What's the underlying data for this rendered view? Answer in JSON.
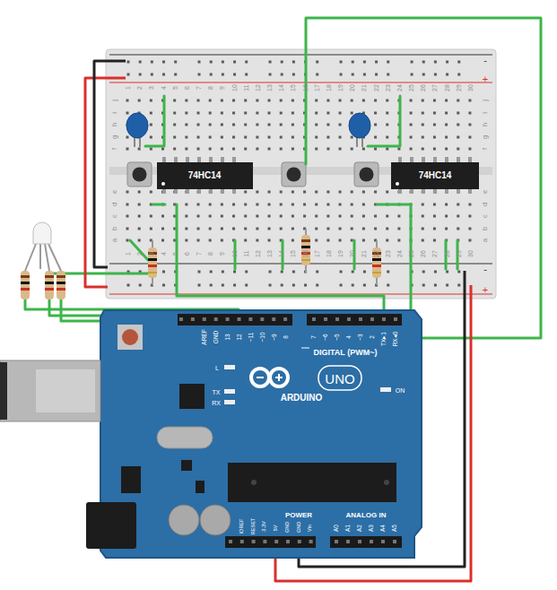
{
  "diagram": {
    "nodes": [
      {
        "text": [
          "74HC14"
        ]
      },
      {
        "text": [
          "74HC14"
        ]
      }
    ],
    "labels": [
      "1",
      "2",
      "3",
      "4",
      "5",
      "6",
      "7",
      "8",
      "9",
      "10",
      "11",
      "12",
      "13",
      "14",
      "15",
      "16",
      "17",
      "18",
      "19",
      "20",
      "21",
      "22",
      "23",
      "24",
      "25",
      "26",
      "27",
      "28",
      "29",
      "30",
      "1",
      "2",
      "3",
      "4",
      "5",
      "6",
      "7",
      "8",
      "9",
      "10",
      "11",
      "12",
      "13",
      "14",
      "15",
      "16",
      "17",
      "18",
      "19",
      "20",
      "21",
      "22",
      "23",
      "24",
      "25",
      "26",
      "27",
      "28",
      "29",
      "30",
      "j",
      "i",
      "h",
      "g",
      "f",
      "e",
      "d",
      "c",
      "b",
      "a",
      "j",
      "i",
      "h",
      "g",
      "f",
      "e",
      "d",
      "c",
      "b",
      "a",
      "-",
      "+",
      "-",
      "+",
      "AREF",
      "GND",
      "13",
      "12",
      "~11",
      "~10",
      "~9",
      "8",
      "7",
      "~6",
      "~5",
      "4",
      "~3",
      "2",
      "TX▸1",
      "RX◂0",
      "DIGITAL (PWM~)",
      "L",
      "TX",
      "RX",
      "ARDUINO",
      "UNO",
      "ON",
      "IOREF",
      "RESET",
      "3.3V",
      "5V",
      "GND",
      "GND",
      "Vin",
      "POWER",
      "ANALOG IN",
      "A0",
      "A1",
      "A2",
      "A3",
      "A4",
      "A5"
    ]
  }
}
